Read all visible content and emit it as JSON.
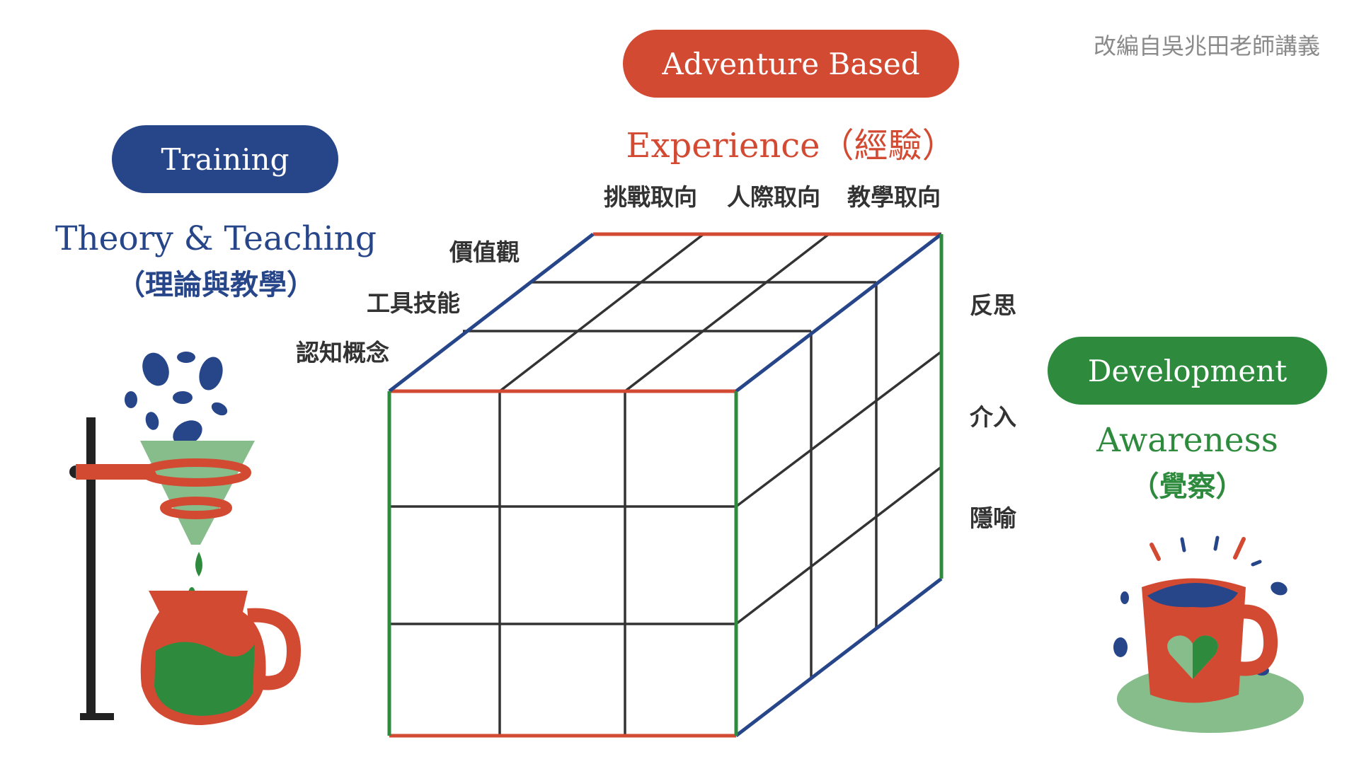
{
  "credit": "改編自吳兆田老師講義",
  "top": {
    "pill_label": "Adventure Based",
    "heading": "Experience（經驗）",
    "column_labels": [
      "挑戰取向",
      "人際取向",
      "教學取向"
    ]
  },
  "left": {
    "pill_label": "Training",
    "heading_line1": "Theory & Teaching",
    "heading_line2": "（理論與教學）",
    "depth_labels": [
      "價值觀",
      "工具技能",
      "認知概念"
    ]
  },
  "right": {
    "pill_label": "Development",
    "heading_line1": "Awareness",
    "heading_line2": "（覺察）",
    "row_labels": [
      "反思",
      "介入",
      "隱喻"
    ]
  },
  "colors": {
    "red": "#d34a33",
    "blue": "#27468a",
    "green": "#2e8b3e",
    "light_green": "#86bd8b",
    "grid": "#333333"
  },
  "illustrations": {
    "left": "coffee-pour-over-icon",
    "right": "coffee-mug-icon"
  }
}
